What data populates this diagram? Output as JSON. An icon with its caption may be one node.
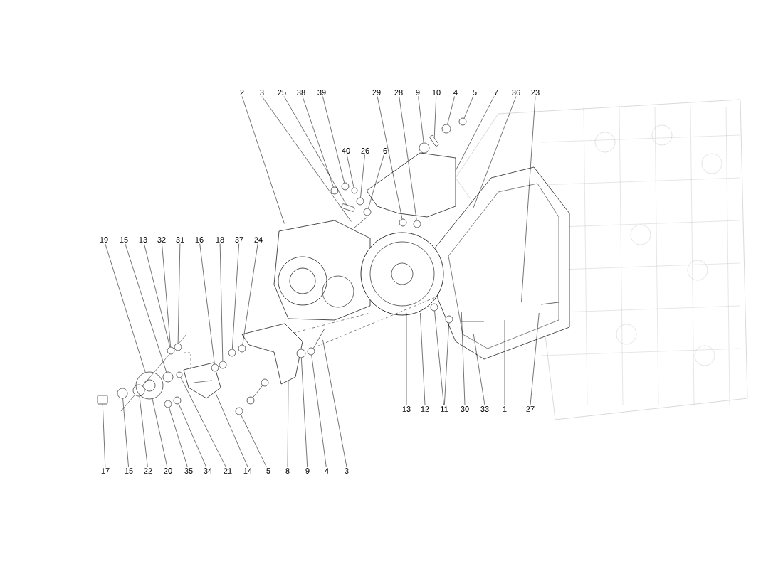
{
  "diagram": {
    "nodes": [
      {
        "text": [
          "2"
        ]
      },
      {
        "text": [
          "3"
        ]
      },
      {
        "text": [
          "25"
        ]
      },
      {
        "text": [
          "38"
        ]
      },
      {
        "text": [
          "39"
        ]
      },
      {
        "text": [
          "29"
        ]
      },
      {
        "text": [
          "28"
        ]
      },
      {
        "text": [
          "9"
        ]
      },
      {
        "text": [
          "10"
        ]
      },
      {
        "text": [
          "4"
        ]
      },
      {
        "text": [
          "5"
        ]
      },
      {
        "text": [
          "7"
        ]
      },
      {
        "text": [
          "36"
        ]
      },
      {
        "text": [
          "23"
        ]
      },
      {
        "text": [
          "40"
        ]
      },
      {
        "text": [
          "26"
        ]
      },
      {
        "text": [
          "6"
        ]
      },
      {
        "text": [
          "19"
        ]
      },
      {
        "text": [
          "15"
        ]
      },
      {
        "text": [
          "13"
        ]
      },
      {
        "text": [
          "32"
        ]
      },
      {
        "text": [
          "31"
        ]
      },
      {
        "text": [
          "16"
        ]
      },
      {
        "text": [
          "18"
        ]
      },
      {
        "text": [
          "37"
        ]
      },
      {
        "text": [
          "24"
        ]
      },
      {
        "text": [
          "17"
        ]
      },
      {
        "text": [
          "15"
        ]
      },
      {
        "text": [
          "22"
        ]
      },
      {
        "text": [
          "20"
        ]
      },
      {
        "text": [
          "35"
        ]
      },
      {
        "text": [
          "34"
        ]
      },
      {
        "text": [
          "21"
        ]
      },
      {
        "text": [
          "14"
        ]
      },
      {
        "text": [
          "5"
        ]
      },
      {
        "text": [
          "8"
        ]
      },
      {
        "text": [
          "9"
        ]
      },
      {
        "text": [
          "4"
        ]
      },
      {
        "text": [
          "3"
        ]
      },
      {
        "text": [
          "13"
        ]
      },
      {
        "text": [
          "12"
        ]
      },
      {
        "text": [
          "11"
        ]
      },
      {
        "text": [
          "30"
        ]
      },
      {
        "text": [
          "33"
        ]
      },
      {
        "text": [
          "1"
        ]
      },
      {
        "text": [
          "27"
        ]
      },
      {
        "text": [],
        "shape": "circle"
      },
      {
        "text": [],
        "shape": "circle"
      },
      {
        "text": [],
        "shape": "box"
      },
      {
        "text": [],
        "shape": "circle"
      },
      {
        "text": [],
        "shape": "circle"
      },
      {
        "text": [],
        "shape": "circle"
      },
      {
        "text": [],
        "shape": "circle"
      },
      {
        "text": [],
        "shape": "circle"
      },
      {
        "text": [],
        "shape": "circle"
      },
      {
        "text": [],
        "shape": "circle"
      },
      {
        "text": [],
        "shape": "circle"
      },
      {
        "text": [],
        "shape": "circle"
      },
      {
        "text": [],
        "shape": "circle"
      },
      {
        "text": [],
        "shape": "circle"
      },
      {
        "text": [],
        "shape": "circle"
      },
      {
        "text": [],
        "shape": "circle"
      },
      {
        "text": [],
        "shape": "circle"
      },
      {
        "text": [],
        "shape": "circle"
      },
      {
        "text": [],
        "shape": "box"
      },
      {
        "text": [],
        "shape": "circle"
      },
      {
        "text": [],
        "shape": "circle"
      },
      {
        "text": [],
        "shape": "circle"
      },
      {
        "text": [],
        "shape": "circle"
      },
      {
        "text": [],
        "shape": "circle"
      },
      {
        "text": [],
        "shape": "circle"
      },
      {
        "text": [],
        "shape": "circle"
      },
      {
        "text": [],
        "shape": "circle"
      },
      {
        "text": [],
        "shape": "circle"
      },
      {
        "text": [],
        "shape": "circle"
      },
      {
        "text": [],
        "shape": "circle"
      },
      {
        "text": [],
        "shape": "picture"
      },
      {
        "text": [],
        "shape": "picture"
      },
      {
        "text": [],
        "shape": "box"
      }
    ],
    "edges": [
      {
        "from": 0,
        "to": null,
        "arrow": "none"
      },
      {
        "from": 1,
        "to": null,
        "arrow": "none"
      },
      {
        "from": 2,
        "to": 48,
        "arrow": "none"
      },
      {
        "from": 3,
        "to": 46,
        "arrow": "none"
      },
      {
        "from": 4,
        "to": 47,
        "arrow": "none"
      },
      {
        "from": 5,
        "to": 52,
        "arrow": "none"
      },
      {
        "from": 6,
        "to": 53,
        "arrow": "none"
      },
      {
        "from": 7,
        "to": 54,
        "arrow": "none"
      },
      {
        "from": 8,
        "to": 78,
        "arrow": "none"
      },
      {
        "from": 9,
        "to": 55,
        "arrow": "none"
      },
      {
        "from": 10,
        "to": 56,
        "arrow": "none"
      },
      {
        "from": 11,
        "to": 77,
        "arrow": "none"
      },
      {
        "from": 12,
        "to": null,
        "arrow": "none"
      },
      {
        "from": 13,
        "to": null,
        "arrow": "none"
      },
      {
        "from": 14,
        "to": 49,
        "arrow": "none"
      },
      {
        "from": 15,
        "to": 50,
        "arrow": "none"
      },
      {
        "from": 16,
        "to": 51,
        "arrow": "none"
      },
      {
        "from": 17,
        "to": 75,
        "arrow": "none"
      },
      {
        "from": 18,
        "to": 57,
        "arrow": "none"
      },
      {
        "from": 19,
        "to": 58,
        "arrow": "none"
      },
      {
        "from": 20,
        "to": 58,
        "arrow": "none"
      },
      {
        "from": 21,
        "to": 59,
        "arrow": "none"
      },
      {
        "from": 22,
        "to": 60,
        "arrow": "none"
      },
      {
        "from": 23,
        "to": 61,
        "arrow": "none"
      },
      {
        "from": 24,
        "to": 62,
        "arrow": "none"
      },
      {
        "from": 25,
        "to": 63,
        "arrow": "none"
      },
      {
        "from": 26,
        "to": 64,
        "arrow": "none"
      },
      {
        "from": 27,
        "to": 65,
        "arrow": "none"
      },
      {
        "from": 28,
        "to": 66,
        "arrow": "none"
      },
      {
        "from": 29,
        "to": 75,
        "arrow": "none"
      },
      {
        "from": 30,
        "to": 67,
        "arrow": "none"
      },
      {
        "from": 31,
        "to": 68,
        "arrow": "none"
      },
      {
        "from": 32,
        "to": 74,
        "arrow": "none"
      },
      {
        "from": 33,
        "to": null,
        "arrow": "none"
      },
      {
        "from": 34,
        "to": 69,
        "arrow": "none"
      },
      {
        "from": 35,
        "to": 76,
        "arrow": "none"
      },
      {
        "from": 36,
        "to": 70,
        "arrow": "none"
      },
      {
        "from": 37,
        "to": 71,
        "arrow": "none"
      },
      {
        "from": 38,
        "to": null,
        "arrow": "none"
      },
      {
        "from": 39,
        "to": null,
        "arrow": "none"
      },
      {
        "from": 40,
        "to": null,
        "arrow": "none"
      },
      {
        "from": 41,
        "to": 72,
        "arrow": "none"
      },
      {
        "from": 41,
        "to": 73,
        "arrow": "none"
      },
      {
        "from": 42,
        "to": null,
        "arrow": "none"
      },
      {
        "from": 43,
        "to": null,
        "arrow": "none"
      },
      {
        "from": 44,
        "to": null,
        "arrow": "none"
      },
      {
        "from": 45,
        "to": null,
        "arrow": "none"
      }
    ]
  }
}
